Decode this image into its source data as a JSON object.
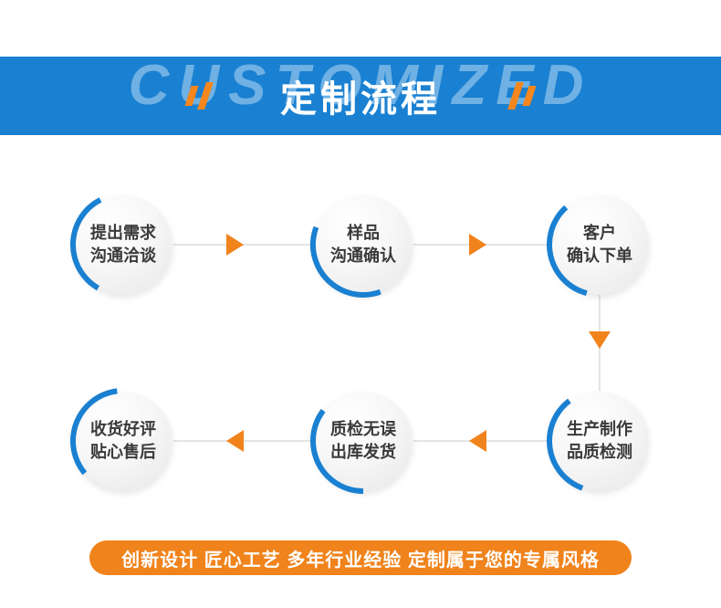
{
  "header": {
    "watermark": "CUSTOMIZED",
    "title": "定制流程",
    "band_color": "#1a80d1",
    "accent_color": "#f5871e"
  },
  "steps": [
    {
      "lines": [
        "提出需求",
        "沟通洽谈"
      ]
    },
    {
      "lines": [
        "样品",
        "沟通确认"
      ]
    },
    {
      "lines": [
        "客户",
        "确认下单"
      ]
    },
    {
      "lines": [
        "生产制作",
        "品质检测"
      ]
    },
    {
      "lines": [
        "质检无误",
        "出库发货"
      ]
    },
    {
      "lines": [
        "收货好评",
        "贴心售后"
      ]
    }
  ],
  "footer": {
    "text": "创新设计 匠心工艺 多年行业经验 定制属于您的专属风格",
    "bg_color": "#f0831c"
  }
}
